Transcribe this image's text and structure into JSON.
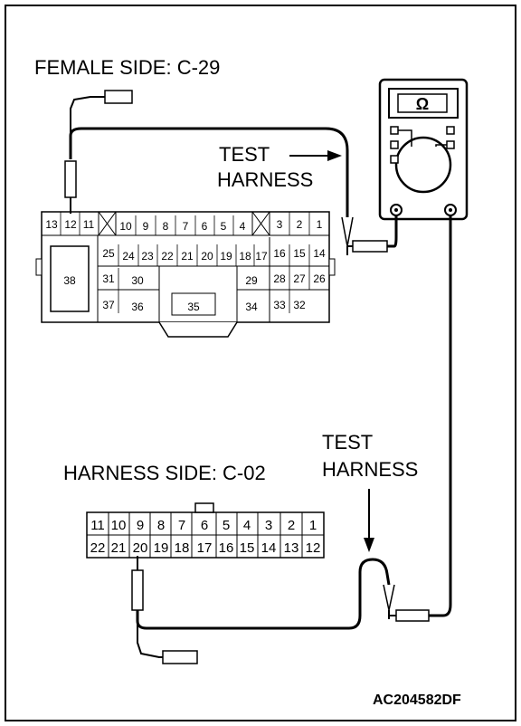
{
  "labels": {
    "female_side": "FEMALE SIDE: C-29",
    "test_harness_top_line1": "TEST",
    "test_harness_top_line2": "HARNESS",
    "harness_side": "HARNESS SIDE: C-02",
    "test_harness_bottom_line1": "TEST",
    "test_harness_bottom_line2": "HARNESS",
    "figure_code": "AC204582DF",
    "ohm_symbol": "Ω"
  },
  "connector_c29": {
    "row1": [
      "13",
      "12",
      "11",
      "10",
      "9",
      "8",
      "7",
      "6",
      "5",
      "4",
      "3",
      "2",
      "1"
    ],
    "row2": [
      "25",
      "24",
      "23",
      "22",
      "21",
      "20",
      "19",
      "18",
      "17",
      "16",
      "15",
      "14"
    ],
    "row3": [
      "38",
      "31",
      "30",
      "29",
      "28",
      "27",
      "26"
    ],
    "row4": [
      "37",
      "36",
      "35",
      "34",
      "33",
      "32"
    ]
  },
  "connector_c02": {
    "row1": [
      "11",
      "10",
      "9",
      "8",
      "7",
      "6",
      "5",
      "4",
      "3",
      "2",
      "1"
    ],
    "row2": [
      "22",
      "21",
      "20",
      "19",
      "18",
      "17",
      "16",
      "15",
      "14",
      "13",
      "12"
    ]
  }
}
